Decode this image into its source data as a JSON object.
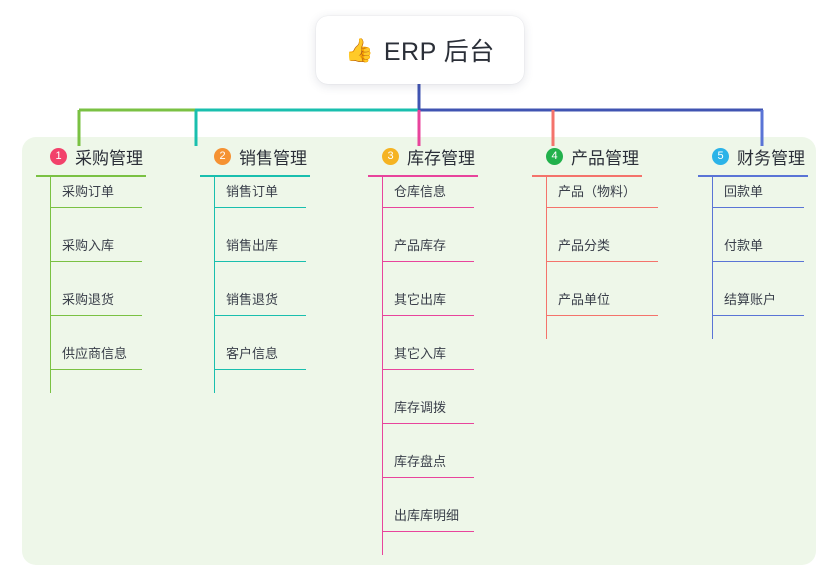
{
  "root": {
    "icon": "thumbs-up-emoji",
    "emoji": "👍",
    "title": "ERP 后台"
  },
  "palette": {
    "panel_bg": "#eef7e9",
    "page_bg": "#ffffff",
    "root_line": "#4054b2",
    "bus_left": "#7ac143",
    "bus_mid": "#19bfae",
    "bus_right": "#4054b2"
  },
  "columns": [
    {
      "number": "1",
      "title": "采购管理",
      "badge_color": "#f2426b",
      "accent": "#7ac143",
      "items": [
        "采购订单",
        "采购入库",
        "采购退货",
        "供应商信息"
      ]
    },
    {
      "number": "2",
      "title": "销售管理",
      "badge_color": "#f59233",
      "accent": "#19bfae",
      "items": [
        "销售订单",
        "销售出库",
        "销售退货",
        "客户信息"
      ]
    },
    {
      "number": "3",
      "title": "库存管理",
      "badge_color": "#f5b322",
      "accent": "#e8449c",
      "items": [
        "仓库信息",
        "产品库存",
        "其它出库",
        "其它入库",
        "库存调拨",
        "库存盘点",
        "出库库明细"
      ]
    },
    {
      "number": "4",
      "title": "产品管理",
      "badge_color": "#22b14c",
      "accent": "#f4736b",
      "items": [
        "产品（物料）",
        "产品分类",
        "产品单位"
      ]
    },
    {
      "number": "5",
      "title": "财务管理",
      "badge_color": "#2bb3e8",
      "accent": "#5a74d6",
      "items": [
        "回款单",
        "付款单",
        "结算账户"
      ]
    }
  ]
}
